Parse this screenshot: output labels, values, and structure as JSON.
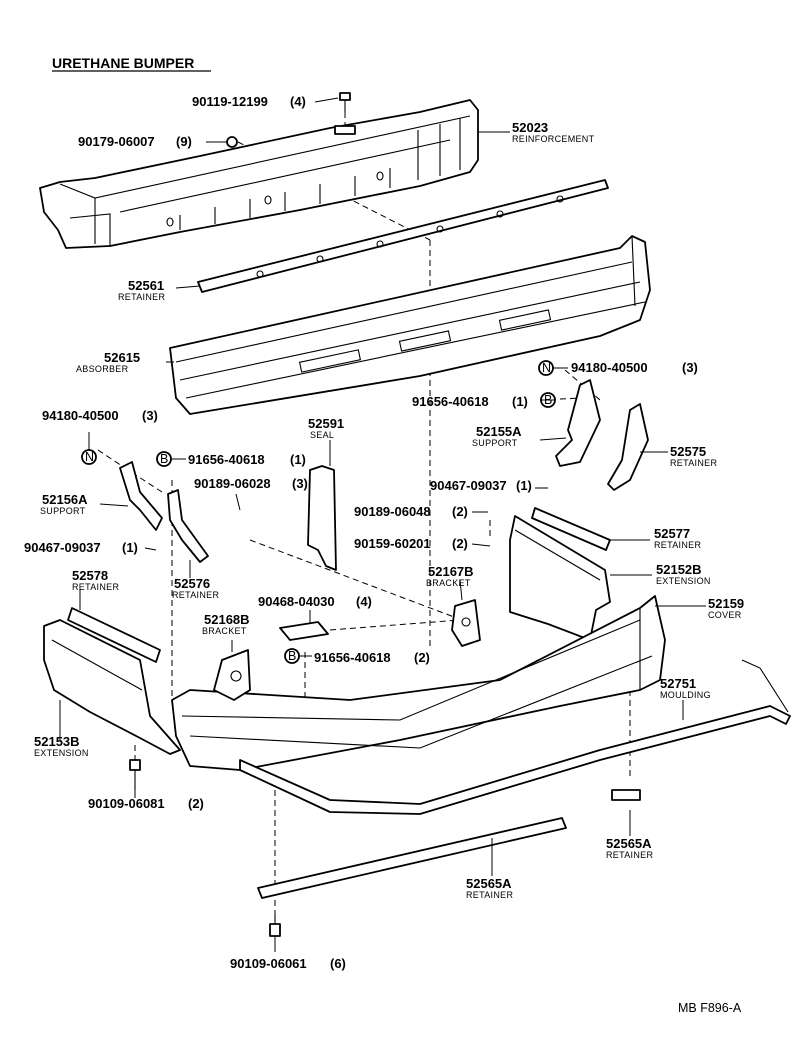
{
  "title": "URETHANE BUMPER",
  "footer_code": "MB F896-A",
  "callouts": [
    {
      "id": "bolt1",
      "number": "90119-12199",
      "qty": "(4)",
      "desc": ""
    },
    {
      "id": "nut1",
      "number": "90179-06007",
      "qty": "(9)",
      "desc": ""
    },
    {
      "id": "reinf",
      "number": "52023",
      "qty": "",
      "desc": "REINFORCEMENT"
    },
    {
      "id": "ret1",
      "number": "52561",
      "qty": "",
      "desc": "RETAINER"
    },
    {
      "id": "abs",
      "number": "52615",
      "qty": "",
      "desc": "ABSORBER"
    },
    {
      "id": "nutN_r",
      "number": "94180-40500",
      "qty": "(3)",
      "desc": ""
    },
    {
      "id": "boltB_r",
      "number": "91656-40618",
      "qty": "(1)",
      "desc": ""
    },
    {
      "id": "sup_r",
      "number": "52155A",
      "qty": "",
      "desc": "SUPPORT"
    },
    {
      "id": "ret_r",
      "number": "52575",
      "qty": "",
      "desc": "RETAINER"
    },
    {
      "id": "nutN_l",
      "number": "94180-40500",
      "qty": "(3)",
      "desc": ""
    },
    {
      "id": "seal",
      "number": "52591",
      "qty": "",
      "desc": "SEAL"
    },
    {
      "id": "boltB_l",
      "number": "91656-40618",
      "qty": "(1)",
      "desc": ""
    },
    {
      "id": "sup_l",
      "number": "52156A",
      "qty": "",
      "desc": "SUPPORT"
    },
    {
      "id": "clip1",
      "number": "90189-06028",
      "qty": "(3)",
      "desc": ""
    },
    {
      "id": "scr_r",
      "number": "90467-09037",
      "qty": "(1)",
      "desc": ""
    },
    {
      "id": "clip2",
      "number": "90189-06048",
      "qty": "(2)",
      "desc": ""
    },
    {
      "id": "ret_577",
      "number": "52577",
      "qty": "",
      "desc": "RETAINER"
    },
    {
      "id": "scr_l",
      "number": "90467-09037",
      "qty": "(1)",
      "desc": ""
    },
    {
      "id": "bolt2",
      "number": "90159-60201",
      "qty": "(2)",
      "desc": ""
    },
    {
      "id": "ext_r",
      "number": "52152B",
      "qty": "",
      "desc": "EXTENSION"
    },
    {
      "id": "ret_578",
      "number": "52578",
      "qty": "",
      "desc": "RETAINER"
    },
    {
      "id": "ret_576",
      "number": "52576",
      "qty": "",
      "desc": "RETAINER"
    },
    {
      "id": "brk_r",
      "number": "52167B",
      "qty": "",
      "desc": "BRACKET"
    },
    {
      "id": "cover",
      "number": "52159",
      "qty": "",
      "desc": "COVER"
    },
    {
      "id": "nut2",
      "number": "90468-04030",
      "qty": "(4)",
      "desc": ""
    },
    {
      "id": "brk_l",
      "number": "52168B",
      "qty": "",
      "desc": "BRACKET"
    },
    {
      "id": "boltB_c",
      "number": "91656-40618",
      "qty": "(2)",
      "desc": ""
    },
    {
      "id": "mould",
      "number": "52751",
      "qty": "",
      "desc": "MOULDING"
    },
    {
      "id": "ext_l",
      "number": "52153B",
      "qty": "",
      "desc": "EXTENSION"
    },
    {
      "id": "bolt3",
      "number": "90109-06081",
      "qty": "(2)",
      "desc": ""
    },
    {
      "id": "ret_565r",
      "number": "52565A",
      "qty": "",
      "desc": "RETAINER"
    },
    {
      "id": "ret_565c",
      "number": "52565A",
      "qty": "",
      "desc": "RETAINER"
    },
    {
      "id": "bolt4",
      "number": "90109-06061",
      "qty": "(6)",
      "desc": ""
    }
  ],
  "markers": {
    "n": "N",
    "b": "B"
  }
}
